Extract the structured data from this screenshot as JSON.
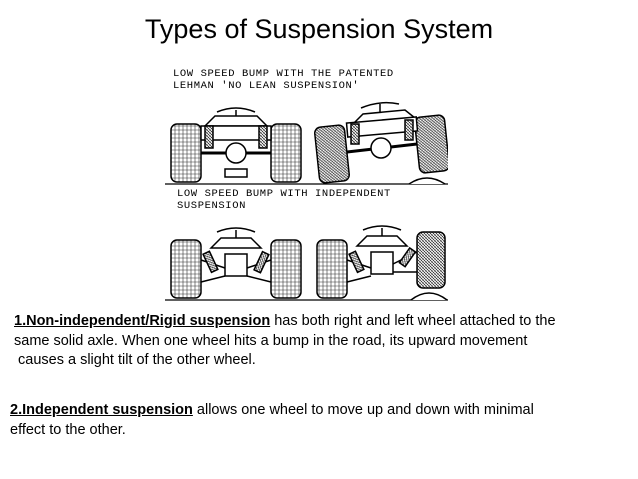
{
  "slide": {
    "title": "Types of Suspension System"
  },
  "figure": {
    "caption_top_line1": "LOW SPEED BUMP WITH THE PATENTED",
    "caption_top_line2": "LEHMAN 'NO LEAN SUSPENSION'",
    "caption_bottom_line1": "LOW SPEED BUMP WITH INDEPENDENT",
    "caption_bottom_line2": "SUSPENSION"
  },
  "points": [
    {
      "lead": "1.Non-independent/Rigid suspension",
      "line1_rest": " has both right and left wheel attached to the",
      "line2": "same solid axle. When one wheel hits a bump in the road, its upward movement",
      "line3": "causes a slight tilt of the other wheel."
    },
    {
      "lead": "2.Independent suspension",
      "line1_rest": " allows one wheel to move up and down with minimal",
      "line2": "effect to the other."
    }
  ]
}
